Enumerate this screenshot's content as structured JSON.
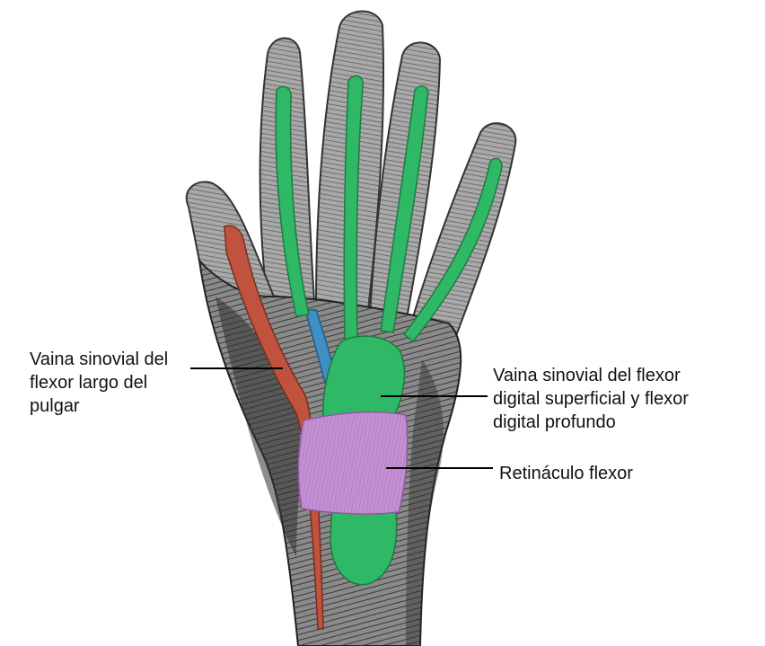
{
  "labels": {
    "flexor_pollicis_sheath": [
      "Vaina sinovial del",
      "flexor largo del",
      "pulgar"
    ],
    "flexor_digitorum_sheath": [
      "Vaina sinovial del flexor",
      "digital superficial y flexor",
      "digital profundo"
    ],
    "flexor_retinaculum": [
      "Retináculo flexor"
    ]
  },
  "colors": {
    "tendon_sheath_green": "#2fb866",
    "fpl_sheath_red": "#c0533e",
    "deep_sheath_blue": "#3f8fc4",
    "retinaculum_violet": "#c08ad0",
    "hand_gray": "#6f6f6f",
    "hand_dark": "#2b2b2b"
  }
}
